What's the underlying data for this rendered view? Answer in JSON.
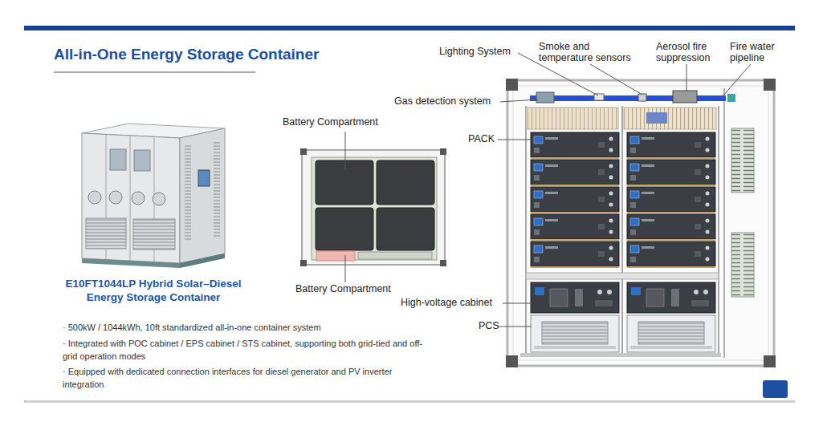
{
  "diagram": {
    "title": "All-in-One Energy Storage Container",
    "caption": "E10FT1044LP Hybrid Solar–Diesel Energy Storage Container",
    "labels": [
      "Battery Compartment",
      "Battery Compartment",
      "Lighting System",
      "Smoke and temperature sensors",
      "Aerosol fire suppression",
      "Fire water pipeline",
      "Gas detection system",
      "PACK",
      "High-voltage cabinet",
      "PCS",
      "· 500kW / 1044kWh, 10ft standardized all-in-one container system",
      "· Integrated with POC cabinet / EPS cabinet / STS cabinet, supporting both grid-tied and off-grid operation modes",
      "· Equipped with dedicated connection interfaces for diesel generator and PV inverter integration"
    ]
  }
}
